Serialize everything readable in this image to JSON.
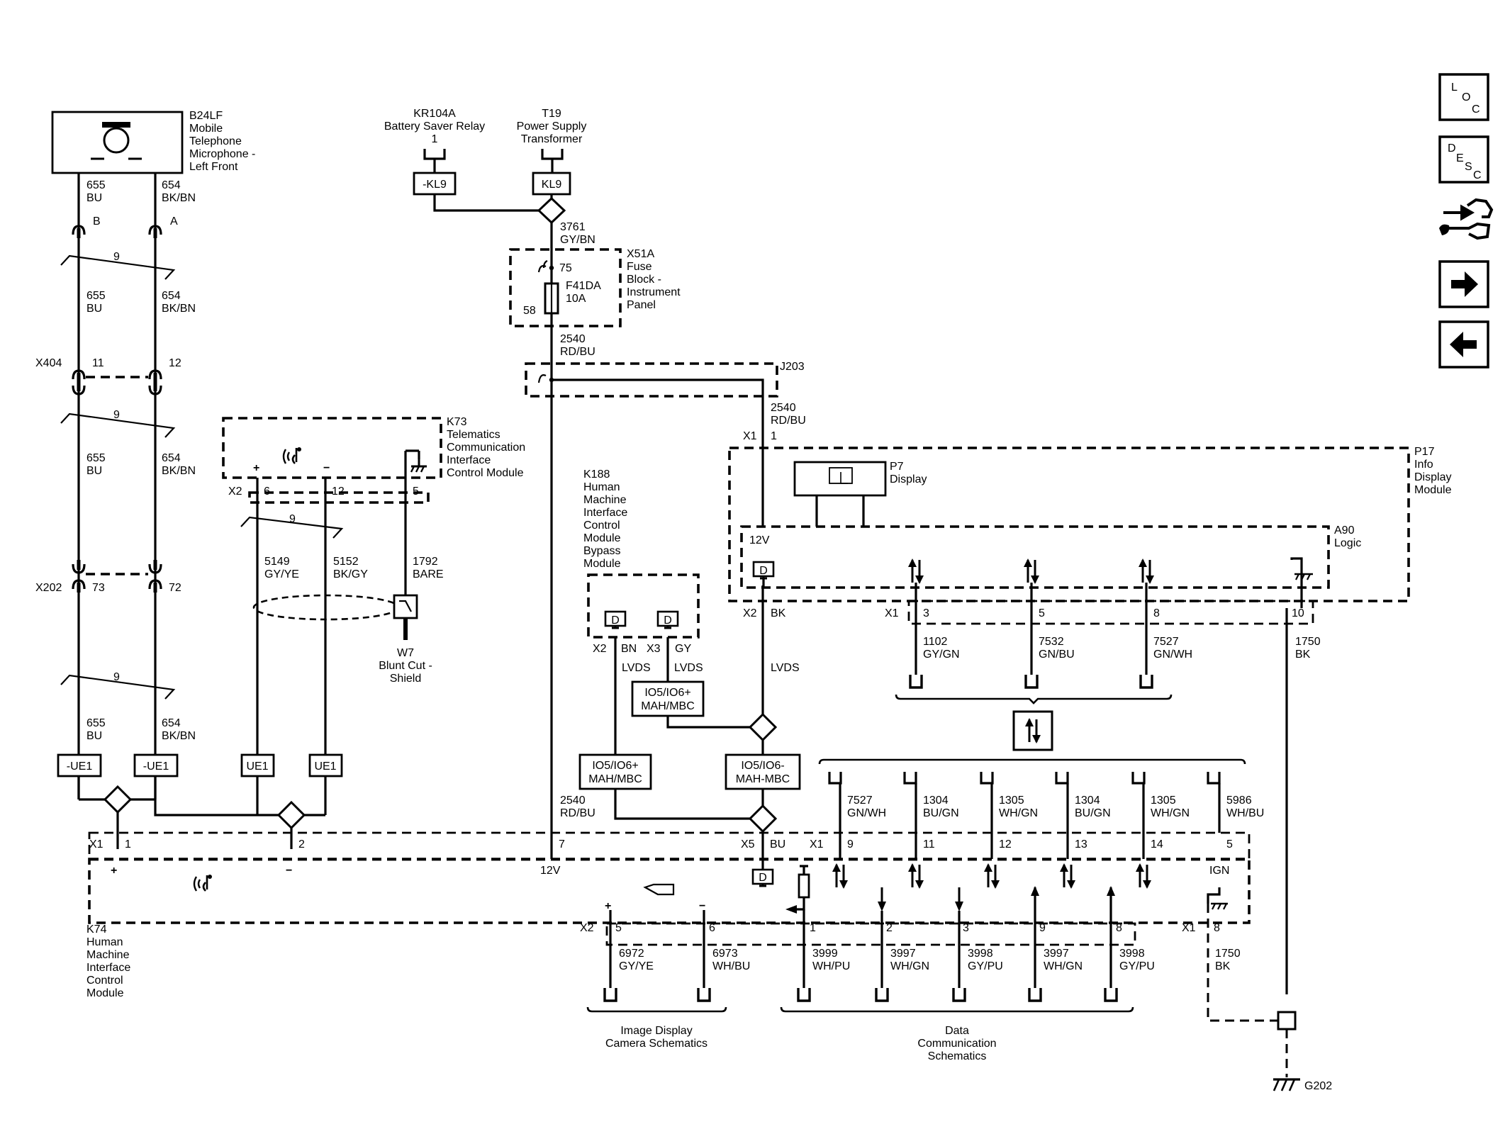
{
  "components": {
    "b24lf": {
      "ref": "B24LF",
      "name": [
        "Mobile",
        "Telephone",
        "Microphone -",
        "Left Front"
      ]
    },
    "kr104a": {
      "ref": "KR104A",
      "name": "Battery Saver Relay",
      "pin": "1"
    },
    "t19": {
      "ref": "T19",
      "name": [
        "Power Supply",
        "Transformer"
      ]
    },
    "x51a": {
      "ref": "X51A",
      "name": [
        "Fuse",
        "Block -",
        "Instrument",
        "Panel"
      ],
      "fuse": "F41DA",
      "rating": "10A",
      "pin_in": "75",
      "pin_out": "58"
    },
    "j203": {
      "ref": "J203"
    },
    "k73": {
      "ref": "K73",
      "name": [
        "Telematics",
        "Communication",
        "Interface",
        "Control Module"
      ]
    },
    "k188": {
      "ref": "K188",
      "name": [
        "Human",
        "Machine",
        "Interface",
        "Control",
        "Module",
        "Bypass",
        "Module"
      ]
    },
    "p17": {
      "ref": "P17",
      "name": [
        "Info",
        "Display",
        "Module"
      ]
    },
    "p7": {
      "ref": "P7",
      "name": "Display"
    },
    "a90": {
      "ref": "A90",
      "name": "Logic"
    },
    "w7": {
      "ref": "W7",
      "name": [
        "Blunt Cut -",
        "Shield"
      ]
    },
    "k74": {
      "ref": "K74",
      "name": [
        "Human",
        "Machine",
        "Interface",
        "Control",
        "Module"
      ]
    },
    "g202": {
      "ref": "G202"
    }
  },
  "terminals": {
    "kl9_neg": "-KL9",
    "kl9": "KL9",
    "ue1_neg": "-UE1",
    "ue1": "UE1",
    "io_pos": "IO5/IO6+",
    "io_neg": "IO5/IO6-",
    "mah_mbc": "MAH/MBC",
    "mah_mbc_neg": "MAH-MBC"
  },
  "wires": {
    "w655": {
      "num": "655",
      "color": "BU"
    },
    "w654": {
      "num": "654",
      "color": "BK/BN"
    },
    "w3761": {
      "num": "3761",
      "color": "GY/BN"
    },
    "w2540": {
      "num": "2540",
      "color": "RD/BU"
    },
    "w5149": {
      "num": "5149",
      "color": "GY/YE"
    },
    "w5152": {
      "num": "5152",
      "color": "BK/GY"
    },
    "w1792": {
      "num": "1792",
      "color": "BARE"
    },
    "w1102": {
      "num": "1102",
      "color": "GY/GN"
    },
    "w7532": {
      "num": "7532",
      "color": "GN/BU"
    },
    "w7527": {
      "num": "7527",
      "color": "GN/WH"
    },
    "w1750": {
      "num": "1750",
      "color": "BK"
    },
    "w1304": {
      "num": "1304",
      "color": "BU/GN"
    },
    "w1305": {
      "num": "1305",
      "color": "WH/GN"
    },
    "w5986": {
      "num": "5986",
      "color": "WH/BU"
    },
    "w6972": {
      "num": "6972",
      "color": "GY/YE"
    },
    "w6973": {
      "num": "6973",
      "color": "WH/BU"
    },
    "w3999": {
      "num": "3999",
      "color": "WH/PU"
    },
    "w3997": {
      "num": "3997",
      "color": "WH/GN"
    },
    "w3998": {
      "num": "3998",
      "color": "GY/PU"
    }
  },
  "connectors": {
    "x1": "X1",
    "x2": "X2",
    "x3": "X3",
    "x5": "X5",
    "x202": "X202",
    "x404": "X404"
  },
  "pins": {
    "a": "A",
    "b": "B",
    "p1": "1",
    "p2": "2",
    "p3": "3",
    "p5": "5",
    "p6": "6",
    "p7": "7",
    "p8": "8",
    "p9": "9",
    "p10": "10",
    "p11": "11",
    "p12": "12",
    "p13": "13",
    "p14": "14",
    "p72": "72",
    "p73": "73",
    "twist": "9"
  },
  "signals": {
    "v12": "12V",
    "bk": "BK",
    "bn": "BN",
    "gy": "GY",
    "bu": "BU",
    "lvds": "LVDS",
    "ign": "IGN",
    "plus": "+",
    "minus": "−",
    "d": "D"
  },
  "destinations": {
    "image_display": [
      "Image Display",
      "Camera Schematics"
    ],
    "data_comm": [
      "Data",
      "Communication",
      "Schematics"
    ]
  },
  "nav": {
    "loc": [
      "L",
      "O",
      "C"
    ],
    "desc": [
      "D",
      "E",
      "S",
      "C"
    ]
  }
}
